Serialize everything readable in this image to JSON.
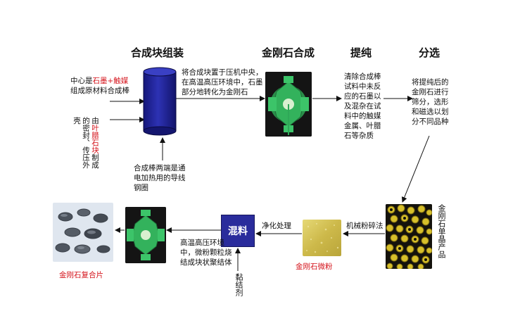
{
  "headers": {
    "assembly": "合成块组装",
    "synthesis": "金刚石合成",
    "purify": "提纯",
    "sorting": "分选"
  },
  "labels": {
    "rod_part1": "中心是",
    "rod_red": "石墨+触媒",
    "rod_part2": "组成原材料合成棒",
    "shell_part1": "由",
    "shell_red": "叶腊石块",
    "shell_part2": "制成的密封、传压外壳",
    "ring_note": "合成棒两端是通电加热用的导线钢圈",
    "press_note": "将合成块置于压机中央，在高温高压环境中，石墨部分地转化为金刚石",
    "purify_note": "清除合成棒试料中未反应的石墨以及混杂在试料中的触媒金属、叶腊石等杂质",
    "sort_note": "将提纯后的金刚石进行筛分，选形和磁选以划分不同品种",
    "single_crystal": "金刚石单晶产品",
    "crush": "机械粉碎法",
    "powder": "金刚石微粉",
    "purify2": "净化处理",
    "mix_box": "混料",
    "binder": "黏结剂",
    "sinter_note": "高温高压环境中，微粉颗粒烧结成块状聚结体",
    "composite": "金刚石复合片"
  },
  "colors": {
    "cylinder": "#24289a",
    "mix_box": "#2a2c9c",
    "red_text": "#d4121a",
    "press_green": "#2fb25a",
    "crystal_gold": "#c9b21e",
    "powder": "#d8c85a"
  }
}
